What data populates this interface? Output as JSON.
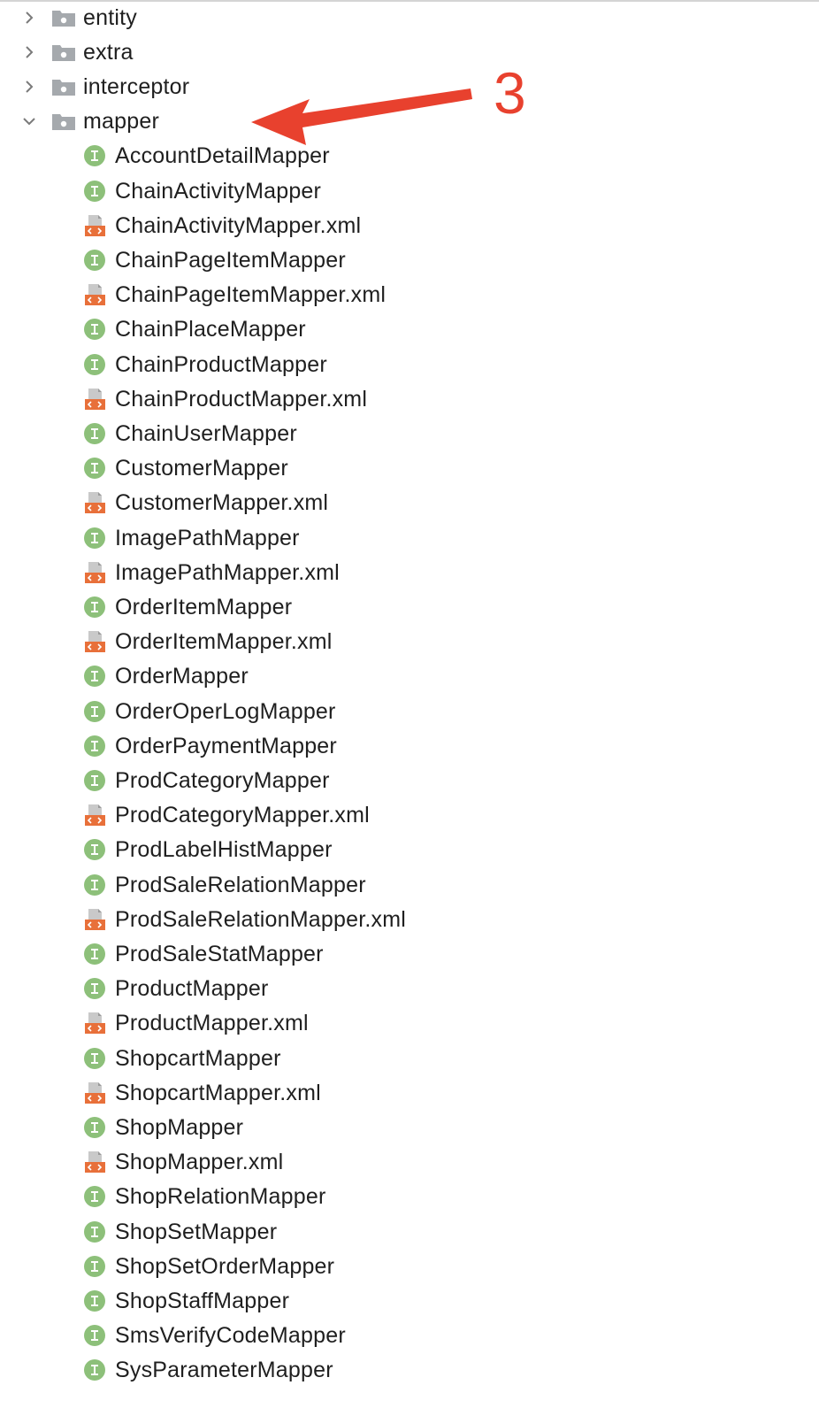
{
  "tree": {
    "folders": [
      {
        "label": "entity",
        "expanded": false
      },
      {
        "label": "extra",
        "expanded": false
      },
      {
        "label": "interceptor",
        "expanded": false
      },
      {
        "label": "mapper",
        "expanded": true
      }
    ],
    "files": [
      {
        "label": "AccountDetailMapper",
        "kind": "interface"
      },
      {
        "label": "ChainActivityMapper",
        "kind": "interface"
      },
      {
        "label": "ChainActivityMapper.xml",
        "kind": "xml"
      },
      {
        "label": "ChainPageItemMapper",
        "kind": "interface"
      },
      {
        "label": "ChainPageItemMapper.xml",
        "kind": "xml"
      },
      {
        "label": "ChainPlaceMapper",
        "kind": "interface"
      },
      {
        "label": "ChainProductMapper",
        "kind": "interface"
      },
      {
        "label": "ChainProductMapper.xml",
        "kind": "xml"
      },
      {
        "label": "ChainUserMapper",
        "kind": "interface"
      },
      {
        "label": "CustomerMapper",
        "kind": "interface"
      },
      {
        "label": "CustomerMapper.xml",
        "kind": "xml"
      },
      {
        "label": "ImagePathMapper",
        "kind": "interface"
      },
      {
        "label": "ImagePathMapper.xml",
        "kind": "xml"
      },
      {
        "label": "OrderItemMapper",
        "kind": "interface"
      },
      {
        "label": "OrderItemMapper.xml",
        "kind": "xml"
      },
      {
        "label": "OrderMapper",
        "kind": "interface"
      },
      {
        "label": "OrderOperLogMapper",
        "kind": "interface"
      },
      {
        "label": "OrderPaymentMapper",
        "kind": "interface"
      },
      {
        "label": "ProdCategoryMapper",
        "kind": "interface"
      },
      {
        "label": "ProdCategoryMapper.xml",
        "kind": "xml"
      },
      {
        "label": "ProdLabelHistMapper",
        "kind": "interface"
      },
      {
        "label": "ProdSaleRelationMapper",
        "kind": "interface"
      },
      {
        "label": "ProdSaleRelationMapper.xml",
        "kind": "xml"
      },
      {
        "label": "ProdSaleStatMapper",
        "kind": "interface"
      },
      {
        "label": "ProductMapper",
        "kind": "interface"
      },
      {
        "label": "ProductMapper.xml",
        "kind": "xml"
      },
      {
        "label": "ShopcartMapper",
        "kind": "interface"
      },
      {
        "label": "ShopcartMapper.xml",
        "kind": "xml"
      },
      {
        "label": "ShopMapper",
        "kind": "interface"
      },
      {
        "label": "ShopMapper.xml",
        "kind": "xml"
      },
      {
        "label": "ShopRelationMapper",
        "kind": "interface"
      },
      {
        "label": "ShopSetMapper",
        "kind": "interface"
      },
      {
        "label": "ShopSetOrderMapper",
        "kind": "interface"
      },
      {
        "label": "ShopStaffMapper",
        "kind": "interface"
      },
      {
        "label": "SmsVerifyCodeMapper",
        "kind": "interface"
      },
      {
        "label": "SysParameterMapper",
        "kind": "interface"
      }
    ]
  },
  "annotation": {
    "number": "3",
    "color": "#e8412e"
  },
  "colors": {
    "interface_icon_bg": "#8dc07a",
    "interface_icon_fg": "#ffffff",
    "xml_icon_accent": "#e8703a",
    "folder_color": "#a5a9ad",
    "chevron_color": "#7a7a7a"
  }
}
